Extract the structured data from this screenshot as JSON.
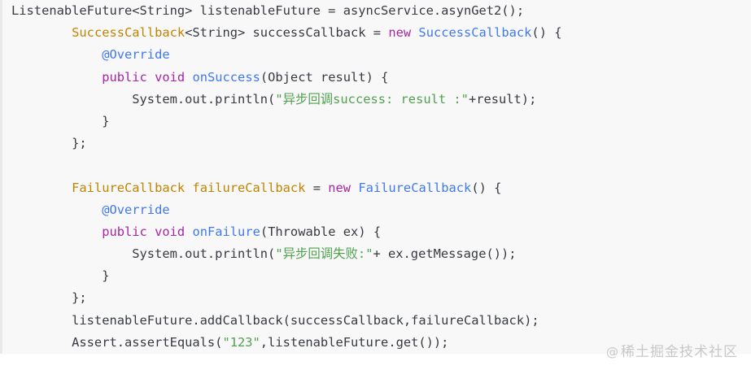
{
  "code": {
    "language": "java",
    "lines": [
      [
        {
          "t": "plain",
          "v": "ListenableFuture<String> listenableFuture = asyncService.asynGet2();"
        }
      ],
      [
        {
          "t": "plain",
          "v": "        "
        },
        {
          "t": "type",
          "v": "SuccessCallback"
        },
        {
          "t": "plain",
          "v": "<String> successCallback = "
        },
        {
          "t": "kw",
          "v": "new"
        },
        {
          "t": "plain",
          "v": " "
        },
        {
          "t": "class",
          "v": "SuccessCallback"
        },
        {
          "t": "plain",
          "v": "() {"
        }
      ],
      [
        {
          "t": "plain",
          "v": "            "
        },
        {
          "t": "ann",
          "v": "@Override"
        }
      ],
      [
        {
          "t": "plain",
          "v": "            "
        },
        {
          "t": "kw",
          "v": "public"
        },
        {
          "t": "plain",
          "v": " "
        },
        {
          "t": "kw",
          "v": "void"
        },
        {
          "t": "plain",
          "v": " "
        },
        {
          "t": "fn",
          "v": "onSuccess"
        },
        {
          "t": "plain",
          "v": "(Object result) {"
        }
      ],
      [
        {
          "t": "plain",
          "v": "                System.out.println("
        },
        {
          "t": "str",
          "v": "\"异步回调success: result :\""
        },
        {
          "t": "plain",
          "v": "+result);"
        }
      ],
      [
        {
          "t": "plain",
          "v": "            }"
        }
      ],
      [
        {
          "t": "plain",
          "v": "        };"
        }
      ],
      [
        {
          "t": "plain",
          "v": ""
        }
      ],
      [
        {
          "t": "plain",
          "v": "        "
        },
        {
          "t": "type",
          "v": "FailureCallback"
        },
        {
          "t": "plain",
          "v": " "
        },
        {
          "t": "type",
          "v": "failureCallback"
        },
        {
          "t": "plain",
          "v": " = "
        },
        {
          "t": "kw",
          "v": "new"
        },
        {
          "t": "plain",
          "v": " "
        },
        {
          "t": "class",
          "v": "FailureCallback"
        },
        {
          "t": "plain",
          "v": "() {"
        }
      ],
      [
        {
          "t": "plain",
          "v": "            "
        },
        {
          "t": "ann",
          "v": "@Override"
        }
      ],
      [
        {
          "t": "plain",
          "v": "            "
        },
        {
          "t": "kw",
          "v": "public"
        },
        {
          "t": "plain",
          "v": " "
        },
        {
          "t": "kw",
          "v": "void"
        },
        {
          "t": "plain",
          "v": " "
        },
        {
          "t": "fn",
          "v": "onFailure"
        },
        {
          "t": "plain",
          "v": "(Throwable ex) {"
        }
      ],
      [
        {
          "t": "plain",
          "v": "                System.out.println("
        },
        {
          "t": "str",
          "v": "\"异步回调失败:\""
        },
        {
          "t": "plain",
          "v": "+ ex.getMessage());"
        }
      ],
      [
        {
          "t": "plain",
          "v": "            }"
        }
      ],
      [
        {
          "t": "plain",
          "v": "        };"
        }
      ],
      [
        {
          "t": "plain",
          "v": "        listenableFuture.addCallback(successCallback,failureCallback);"
        }
      ],
      [
        {
          "t": "plain",
          "v": "        Assert.assertEquals("
        },
        {
          "t": "str",
          "v": "\"123\""
        },
        {
          "t": "plain",
          "v": ",listenableFuture.get());"
        }
      ]
    ]
  },
  "watermark": {
    "prefix": "@",
    "text": "稀土掘金技术社区"
  },
  "colors": {
    "background": "#f8f8f8",
    "keyword": "#a626a4",
    "type": "#c18401",
    "class": "#4078f2",
    "string": "#50a14f"
  }
}
